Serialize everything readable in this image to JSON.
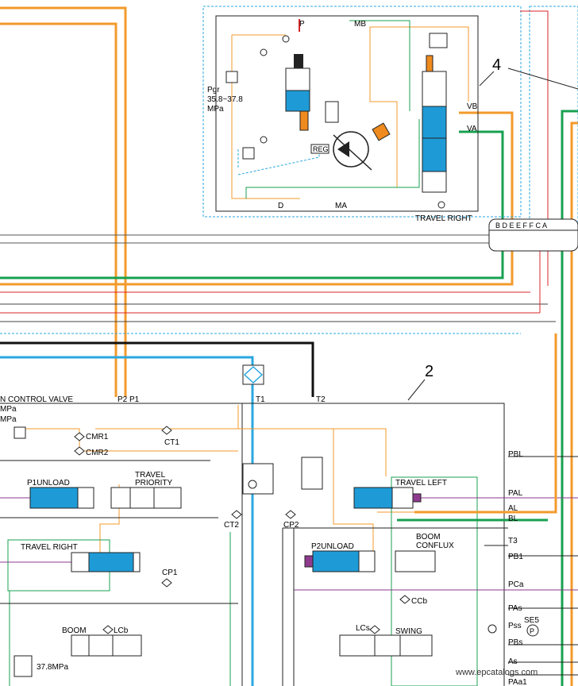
{
  "labels": {
    "pump_p": "P",
    "pump_mb": "MB",
    "pump_ma": "MA",
    "pump_d": "D",
    "pump_reg": "REG",
    "pump_vb": "VB",
    "pump_va": "VA",
    "pgr": "Pgr",
    "pgr_range": "35.8~37.8",
    "pgr_unit": "MPa",
    "travel_right_motor": "TRAVEL RIGHT",
    "callout_4": "4",
    "callout_2": "2",
    "port_strip": "B D E E F F C A",
    "control_valve": "N CONTROL VALVE",
    "mpa_1": "MPa",
    "mpa_2": "MPa",
    "p2p1": "P2 P1",
    "t1": "T1",
    "t2": "T2",
    "cmr1": "CMR1",
    "cmr2": "CMR2",
    "ct1": "CT1",
    "ct2": "CT2",
    "cp1": "CP1",
    "cp2": "CP2",
    "ccb": "CCb",
    "p1unload": "P1UNLOAD",
    "travel_priority_1": "TRAVEL",
    "travel_priority_2": "PRIORITY",
    "travel_left": "TRAVEL LEFT",
    "travel_right_valve": "TRAVEL RIGHT",
    "p2unload": "P2UNLOAD",
    "boom_conflux_1": "BOOM",
    "boom_conflux_2": "CONFLUX",
    "boom": "BOOM",
    "lcb": "LCb",
    "lcs": "LCs",
    "swing": "SWING",
    "pbl": "PBL",
    "pal": "PAL",
    "al": "AL",
    "bl": "BL",
    "t3": "T3",
    "pb1": "PB1",
    "pca": "PCa",
    "pas": "PAs",
    "pss": "Pss",
    "se5": "SE5",
    "pbs": "PBs",
    "as": "As",
    "paa1": "PAa1",
    "boom_relief": "37.8MPa",
    "sensor_p": "P",
    "watermark": "www.epcatalogs.com"
  },
  "colors": {
    "pilot_orange": "#F39A2B",
    "main_green": "#18A050",
    "tank_blue": "#2AA7E0",
    "drain_red": "#D9252A",
    "purple": "#8E3A8E",
    "valve_blue": "#1E9BD7",
    "valve_orange": "#EF8A1E"
  }
}
